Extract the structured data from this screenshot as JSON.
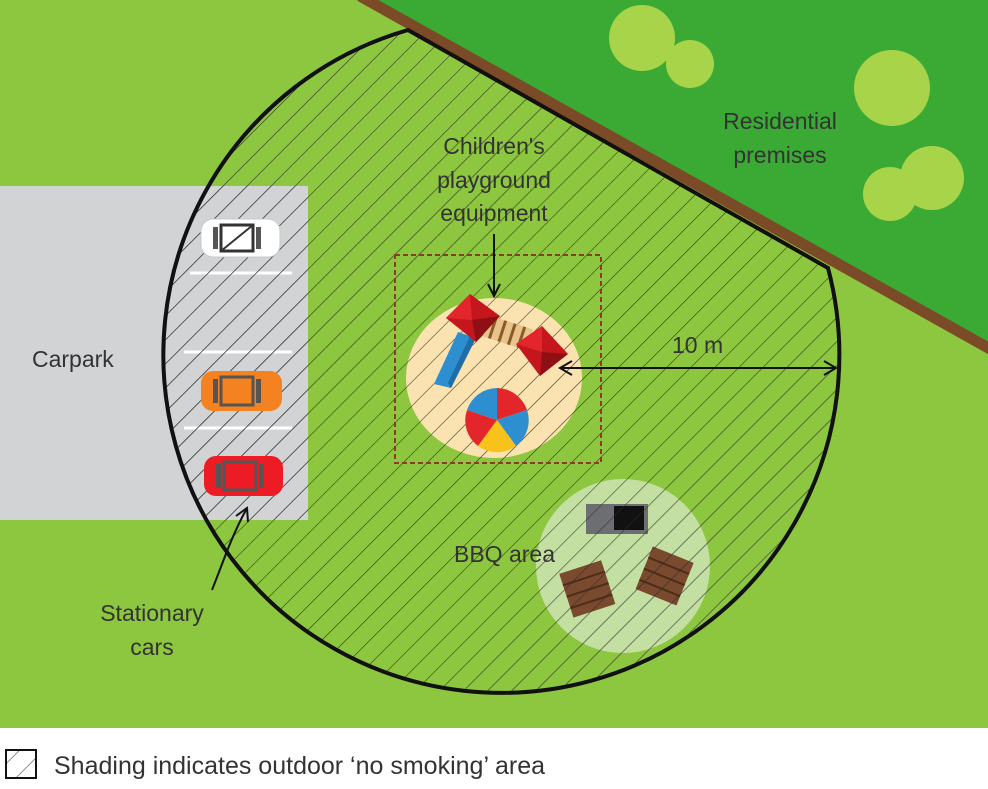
{
  "labels": {
    "carpark": "Carpark",
    "residential_line1": "Residential",
    "residential_line2": "premises",
    "playground_line1": "Children's",
    "playground_line2": "playground",
    "playground_line3": "equipment",
    "distance": "10 m",
    "bbq": "BBQ area",
    "cars_line1": "Stationary",
    "cars_line2": "cars"
  },
  "legend": {
    "text": "Shading indicates outdoor ‘no smoking’ area"
  },
  "colors": {
    "grass": "#8dc63f",
    "residential": "#3aaa35",
    "road": "#d1d3d4",
    "boundary": "#7b4a26",
    "sandpit": "#fbe3b1",
    "car_white": "#ffffff",
    "car_orange": "#f58220",
    "car_red": "#ed1c24"
  }
}
